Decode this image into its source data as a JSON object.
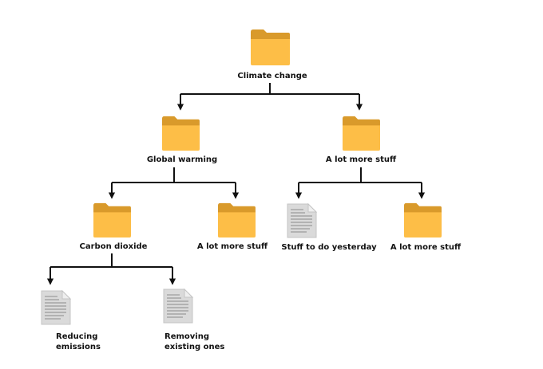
{
  "colors": {
    "folder_back": "#D99A2B",
    "folder_front": "#FDBE47",
    "connector": "#111111",
    "document_fill": "#DADADA",
    "document_lines": "#9A9A9A"
  },
  "nodes": {
    "climate_change": {
      "label": "Climate change",
      "icon": "folder-icon"
    },
    "global_warming": {
      "label": "Global warming",
      "icon": "folder-icon"
    },
    "a_lot_more_stuff_top": {
      "label": "A lot more stuff",
      "icon": "folder-icon"
    },
    "carbon_dioxide": {
      "label": "Carbon dioxide",
      "icon": "folder-icon"
    },
    "a_lot_more_stuff_mid": {
      "label": "A lot more stuff",
      "icon": "folder-icon"
    },
    "stuff_to_do_yesterday": {
      "label": "Stuff to do yesterday",
      "icon": "document-icon"
    },
    "a_lot_more_stuff_right": {
      "label": "A lot more stuff",
      "icon": "folder-icon"
    },
    "reducing_emissions": {
      "label": "Reducing emissions",
      "line1": "Reducing",
      "line2": "emissions",
      "icon": "document-icon"
    },
    "removing_existing_ones": {
      "label": "Removing existing ones",
      "line1": "Removing",
      "line2": "existing ones",
      "icon": "document-icon"
    }
  },
  "edges": [
    {
      "from": "Climate change",
      "to": "Global warming"
    },
    {
      "from": "Climate change",
      "to": "A lot more stuff"
    },
    {
      "from": "Global warming",
      "to": "Carbon dioxide"
    },
    {
      "from": "Global warming",
      "to": "A lot more stuff"
    },
    {
      "from": "A lot more stuff",
      "to": "Stuff to do yesterday"
    },
    {
      "from": "A lot more stuff",
      "to": "A lot more stuff"
    },
    {
      "from": "Carbon dioxide",
      "to": "Reducing emissions"
    },
    {
      "from": "Carbon dioxide",
      "to": "Removing existing ones"
    }
  ]
}
